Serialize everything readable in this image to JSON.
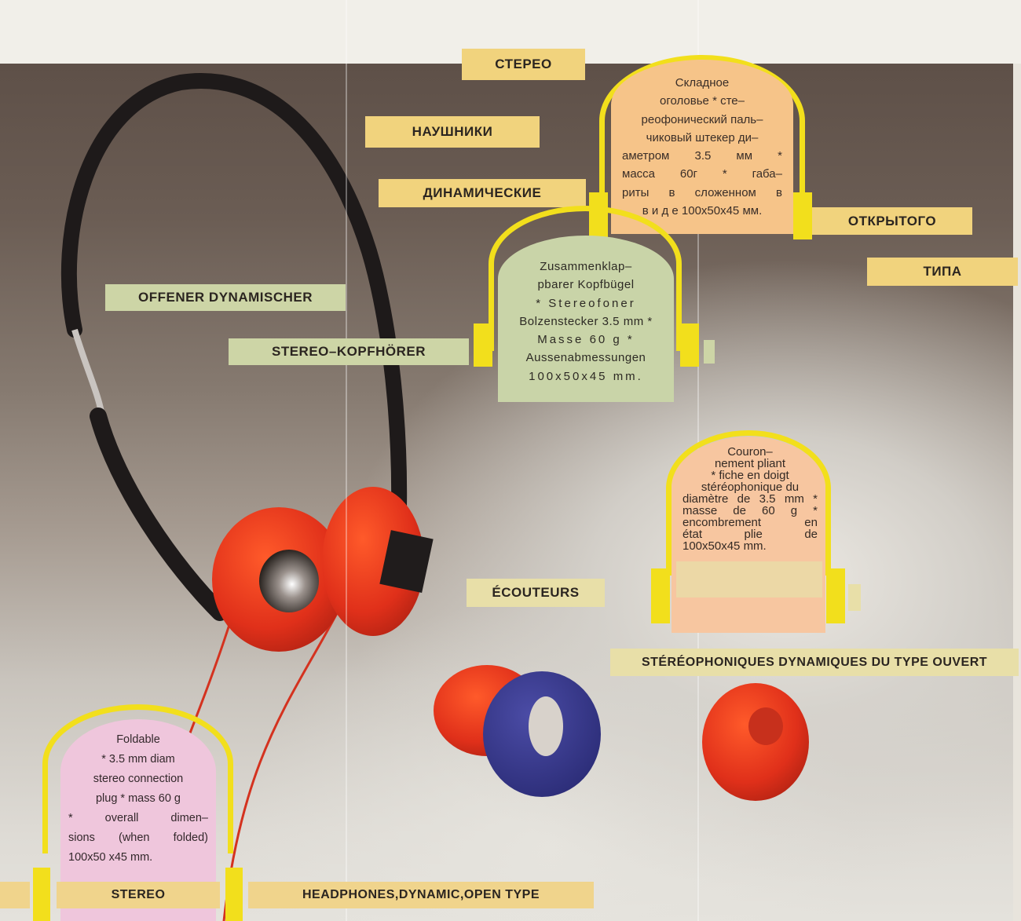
{
  "colors": {
    "band_yellow": "#f2df1c",
    "label_yellow": "#f1d37d",
    "label_green": "#cdd5a6",
    "card_russian": "#f6c489",
    "card_german": "#c9d4a8",
    "card_french": "#f7c6a0",
    "card_english": "#efc6dc",
    "foam_red": "#e8361c",
    "foam_blue": "#3b3c8f"
  },
  "russian": {
    "labels": [
      "СТЕРЕО",
      "НАУШНИКИ",
      "ДИНАМИЧЕСКИЕ",
      "ОТКРЫТОГО",
      "ТИПА"
    ],
    "description_lines": [
      "Складное",
      "оголовье * сте–",
      "реофонический паль–",
      "чиковый штекер ди–",
      "аметром 3.5 мм *",
      "масса 60г * габа–",
      "риты в сложенном в",
      "в и д е 100x50x45 мм."
    ]
  },
  "german": {
    "labels": [
      "OFFENER DYNAMISCHER",
      "STEREO–KOPFHÖRER"
    ],
    "description_lines": [
      "Zusammenklap–",
      "pbarer Kopfbügel",
      "* Stereofoner",
      "Bolzenstecker 3.5 mm *",
      "Masse 60 g *",
      "Aussenabmessungen",
      "100x50x45 mm."
    ]
  },
  "french": {
    "labels": [
      "ÉCOUTEURS",
      "STÉRÉOPHONIQUES DYNAMIQUES DU TYPE OUVERT"
    ],
    "description_lines": [
      "Couron–",
      "nement pliant",
      "* fiche en doigt",
      "stéréophonique du",
      "diamètre de 3.5 mm *",
      "masse de 60 g *",
      "encombrement en",
      "état plie de",
      "100x50x45 mm."
    ]
  },
  "english": {
    "labels": [
      "STEREO",
      "HEADPHONES,DYNAMIC,OPEN TYPE"
    ],
    "description_lines": [
      "Foldable",
      "* 3.5 mm diam",
      "stereo connection",
      "plug * mass 60 g",
      "* overall dimen–",
      "sions (when folded)",
      "100x50 x45 mm."
    ]
  }
}
